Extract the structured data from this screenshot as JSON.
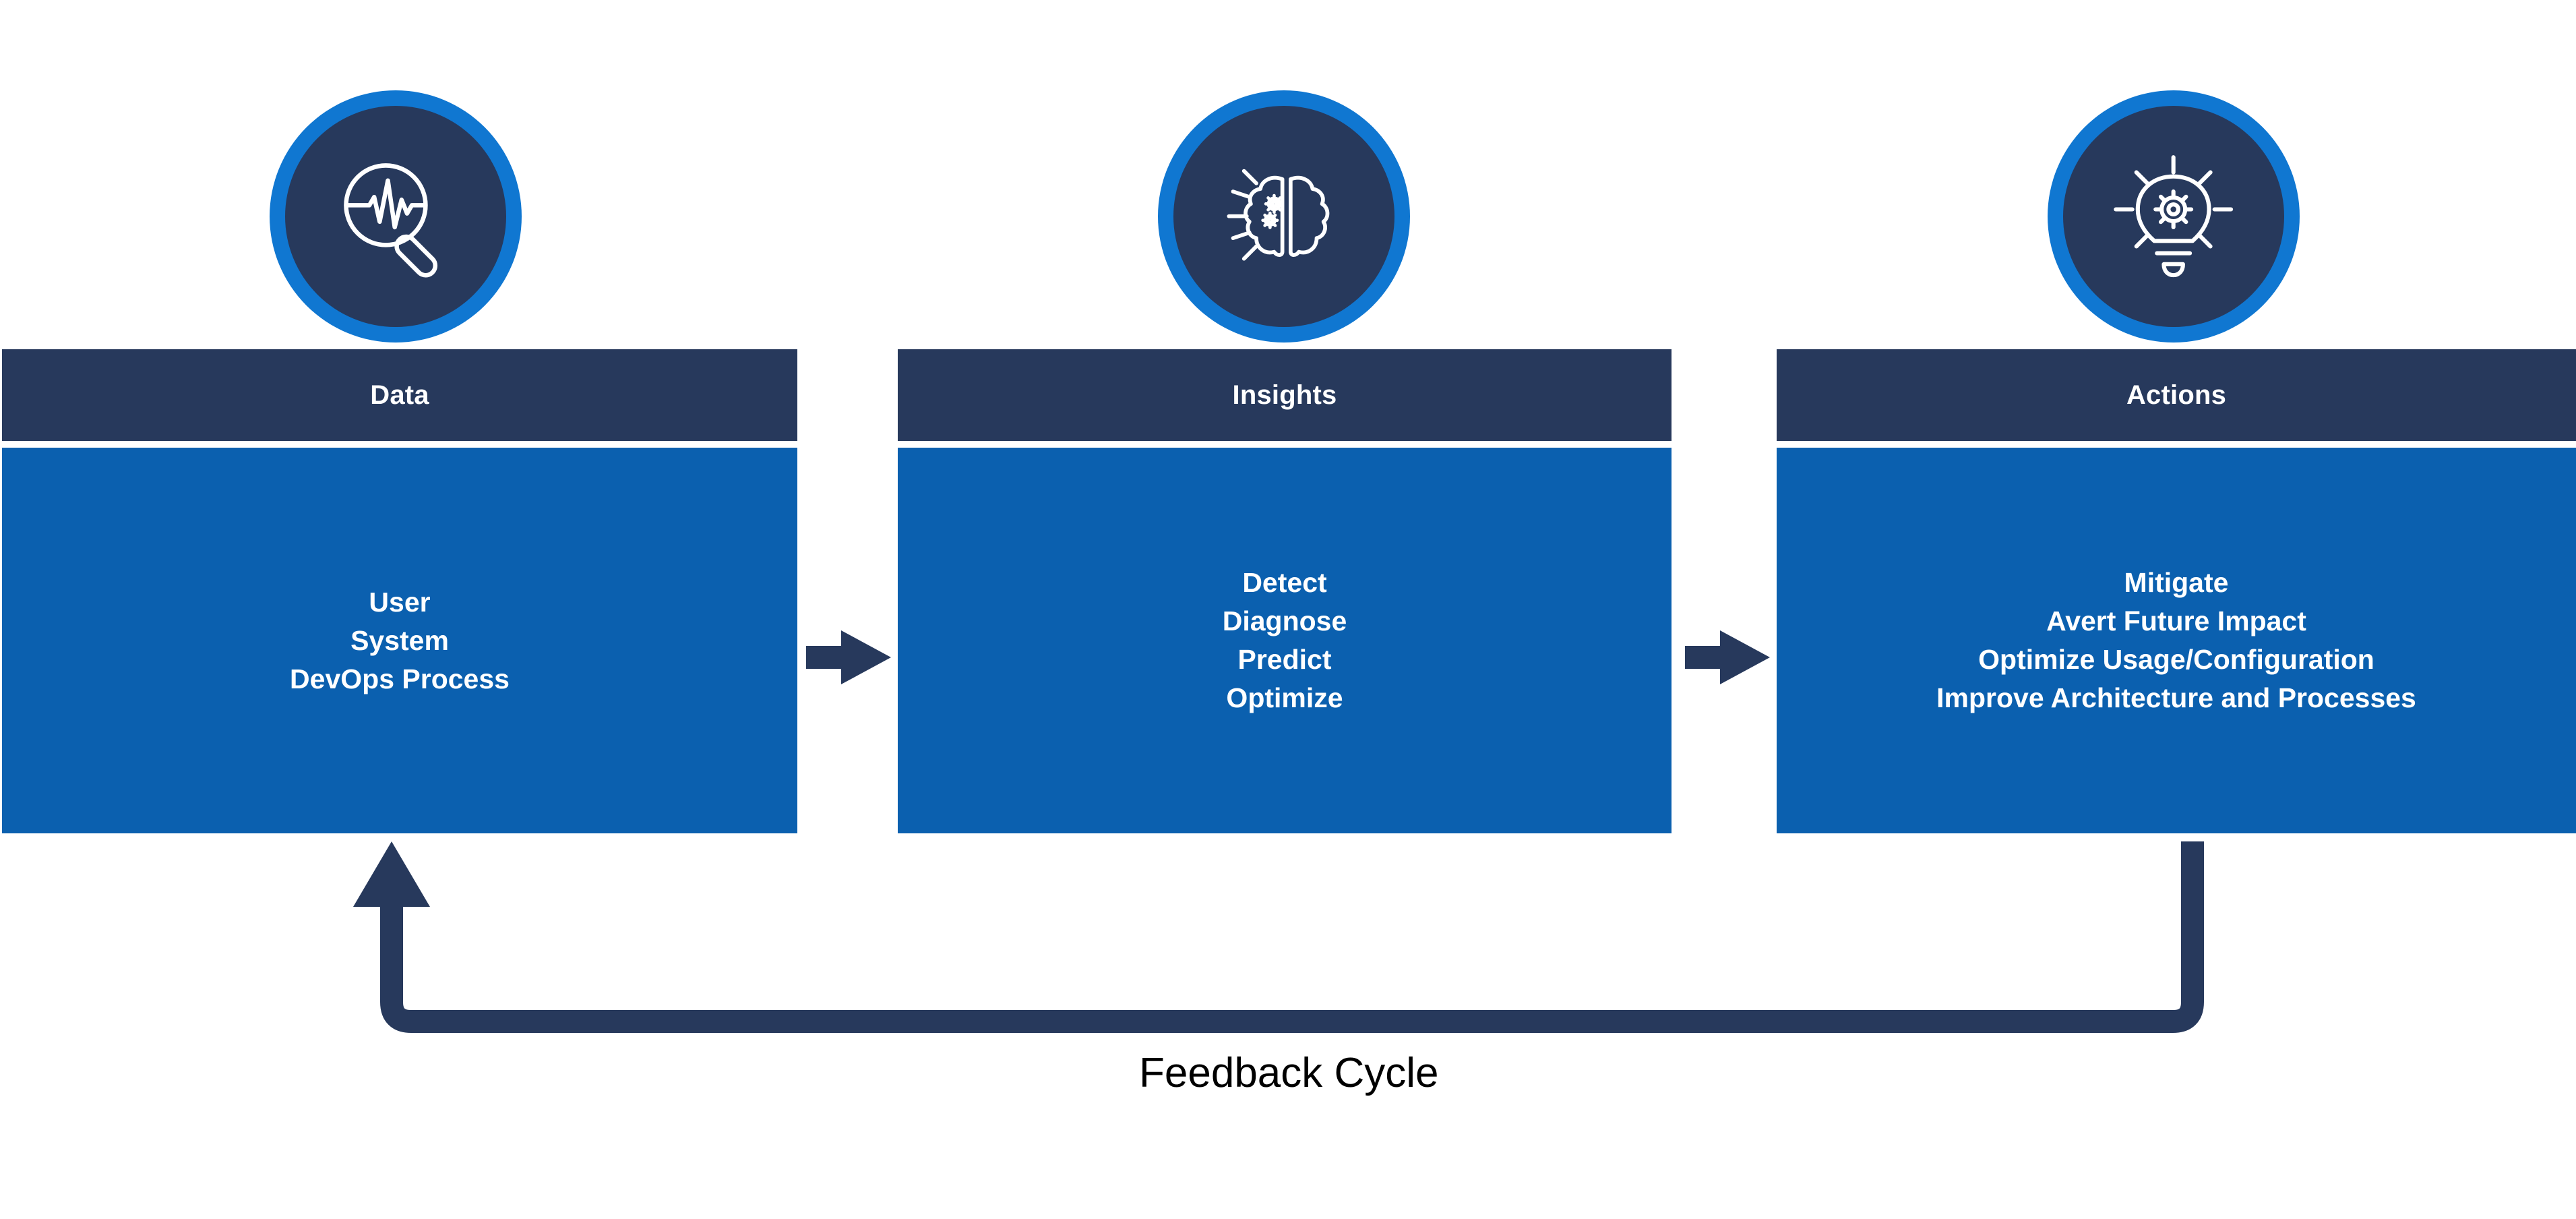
{
  "diagram": {
    "title": "Data Insights Actions Feedback Cycle",
    "colors": {
      "navy": "#27395c",
      "blue": "#0b60af",
      "ring_blue": "#1077d1",
      "white": "#ffffff",
      "label_black": "#000000"
    },
    "stages": [
      {
        "id": "data",
        "header": "Data",
        "icon": "pulse-magnifier-icon",
        "items": [
          "User",
          "System",
          "DevOps Process"
        ]
      },
      {
        "id": "insights",
        "header": "Insights",
        "icon": "brain-gears-icon",
        "items": [
          "Detect",
          "Diagnose",
          "Predict",
          "Optimize"
        ]
      },
      {
        "id": "actions",
        "header": "Actions",
        "icon": "lightbulb-gear-icon",
        "items": [
          "Mitigate",
          "Avert Future Impact",
          "Optimize Usage/Configuration",
          "Improve Architecture and Processes"
        ]
      }
    ],
    "connectors": [
      {
        "id": "data-to-insights",
        "name": "flow-arrow-right"
      },
      {
        "id": "insights-to-actions",
        "name": "flow-arrow-right"
      }
    ],
    "feedback": {
      "label": "Feedback Cycle",
      "name": "feedback-cycle-arrow",
      "direction": "actions-to-data"
    }
  }
}
